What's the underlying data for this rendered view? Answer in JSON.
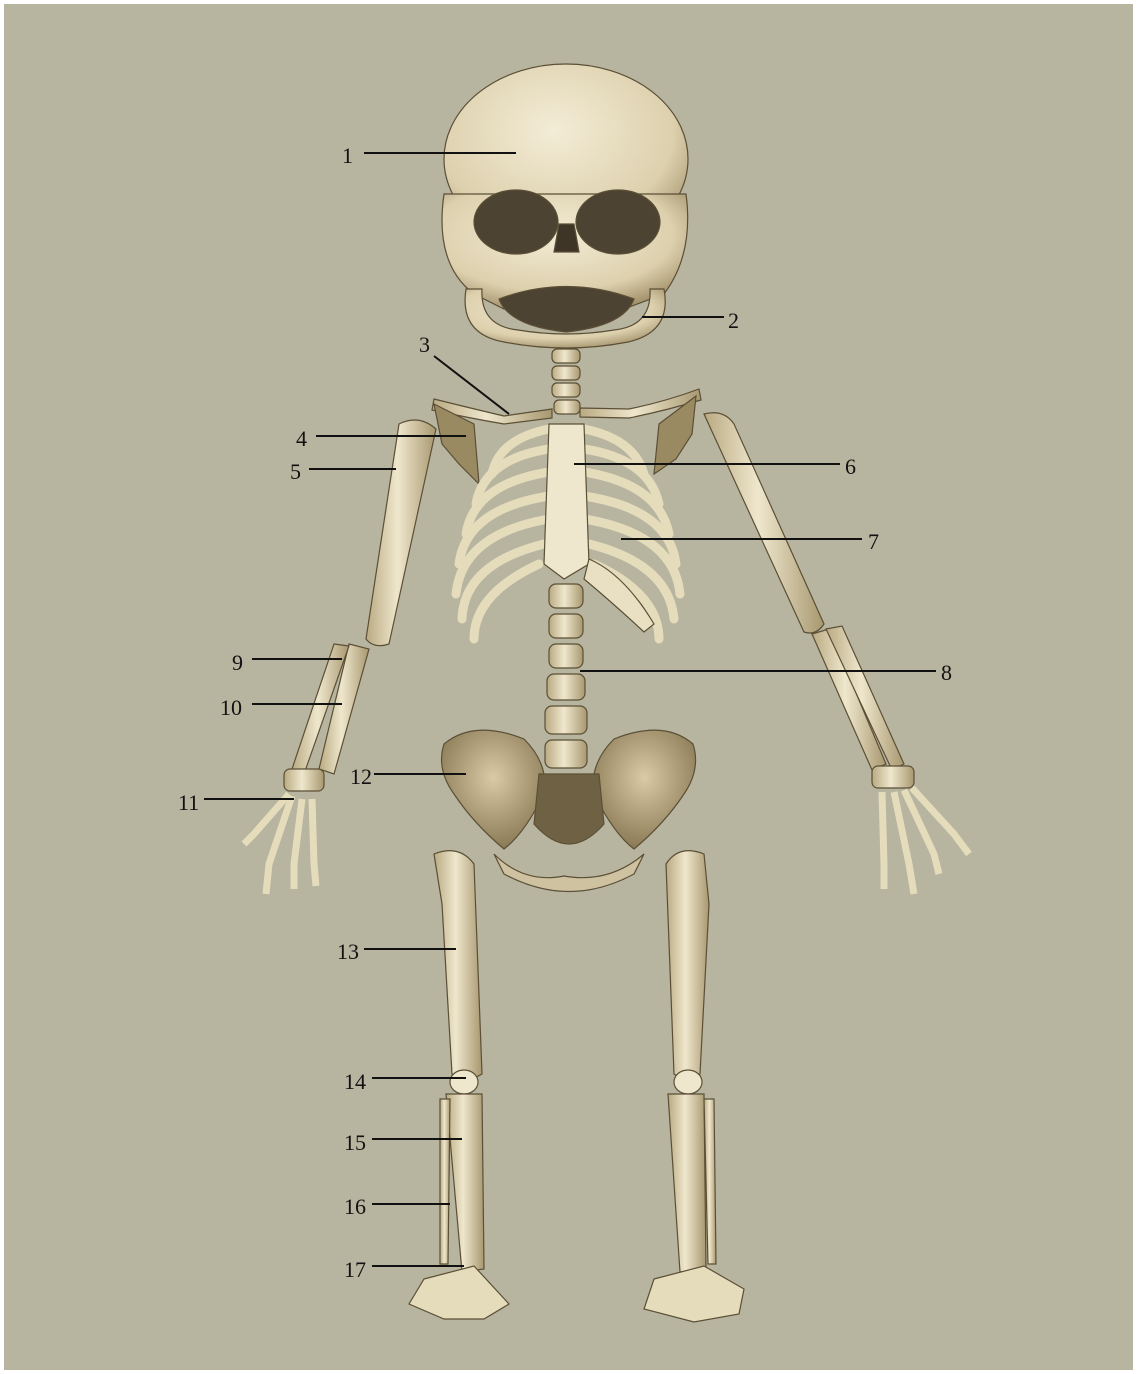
{
  "labels": [
    {
      "id": 1,
      "text": "1"
    },
    {
      "id": 2,
      "text": "2"
    },
    {
      "id": 3,
      "text": "3"
    },
    {
      "id": 4,
      "text": "4"
    },
    {
      "id": 5,
      "text": "5"
    },
    {
      "id": 6,
      "text": "6"
    },
    {
      "id": 7,
      "text": "7"
    },
    {
      "id": 8,
      "text": "8"
    },
    {
      "id": 9,
      "text": "9"
    },
    {
      "id": 10,
      "text": "10"
    },
    {
      "id": 11,
      "text": "11"
    },
    {
      "id": 12,
      "text": "12"
    },
    {
      "id": 13,
      "text": "13"
    },
    {
      "id": 14,
      "text": "14"
    },
    {
      "id": 15,
      "text": "15"
    },
    {
      "id": 16,
      "text": "16"
    },
    {
      "id": 17,
      "text": "17"
    }
  ],
  "colors": {
    "background": "#b7b49f",
    "bone": "#e9e0c3",
    "bone_shadow": "#8f8260",
    "leader_line": "#111111"
  }
}
